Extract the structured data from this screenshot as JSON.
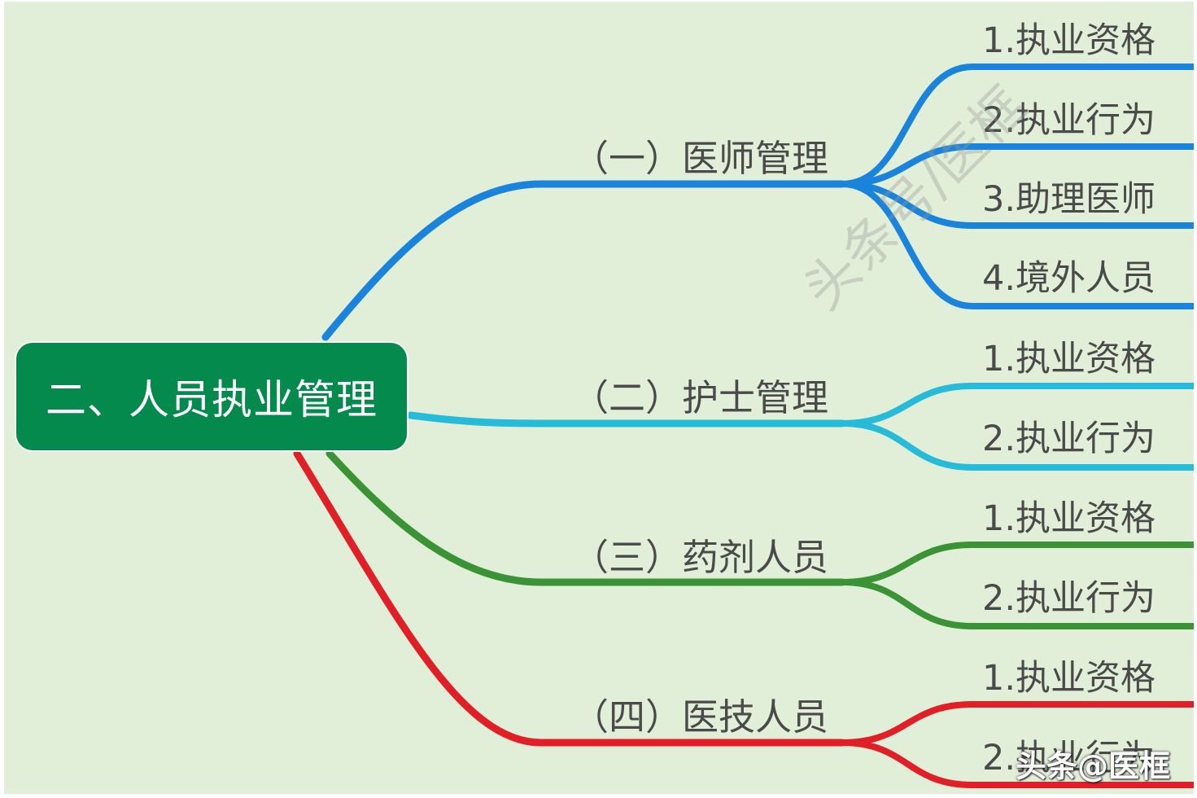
{
  "root": {
    "label": "二、人员执业管理",
    "fill": "#038a4c"
  },
  "branches": [
    {
      "label": "（一）医师管理",
      "color": "#1a84dc",
      "children": [
        "1.执业资格",
        "2.执业行为",
        "3.助理医师",
        "4.境外人员"
      ]
    },
    {
      "label": "（二）护士管理",
      "color": "#26bbd8",
      "children": [
        "1.执业资格",
        "2.执业行为"
      ]
    },
    {
      "label": "（三）药剂人员",
      "color": "#3a9436",
      "children": [
        "1.执业资格",
        "2.执业行为"
      ]
    },
    {
      "label": "（四）医技人员",
      "color": "#e01f26",
      "children": [
        "1.执业资格",
        "2.执业行为"
      ]
    }
  ],
  "watermark": "头条号/医框",
  "corner_mark": "头条@医框",
  "background": "#e2efd8"
}
